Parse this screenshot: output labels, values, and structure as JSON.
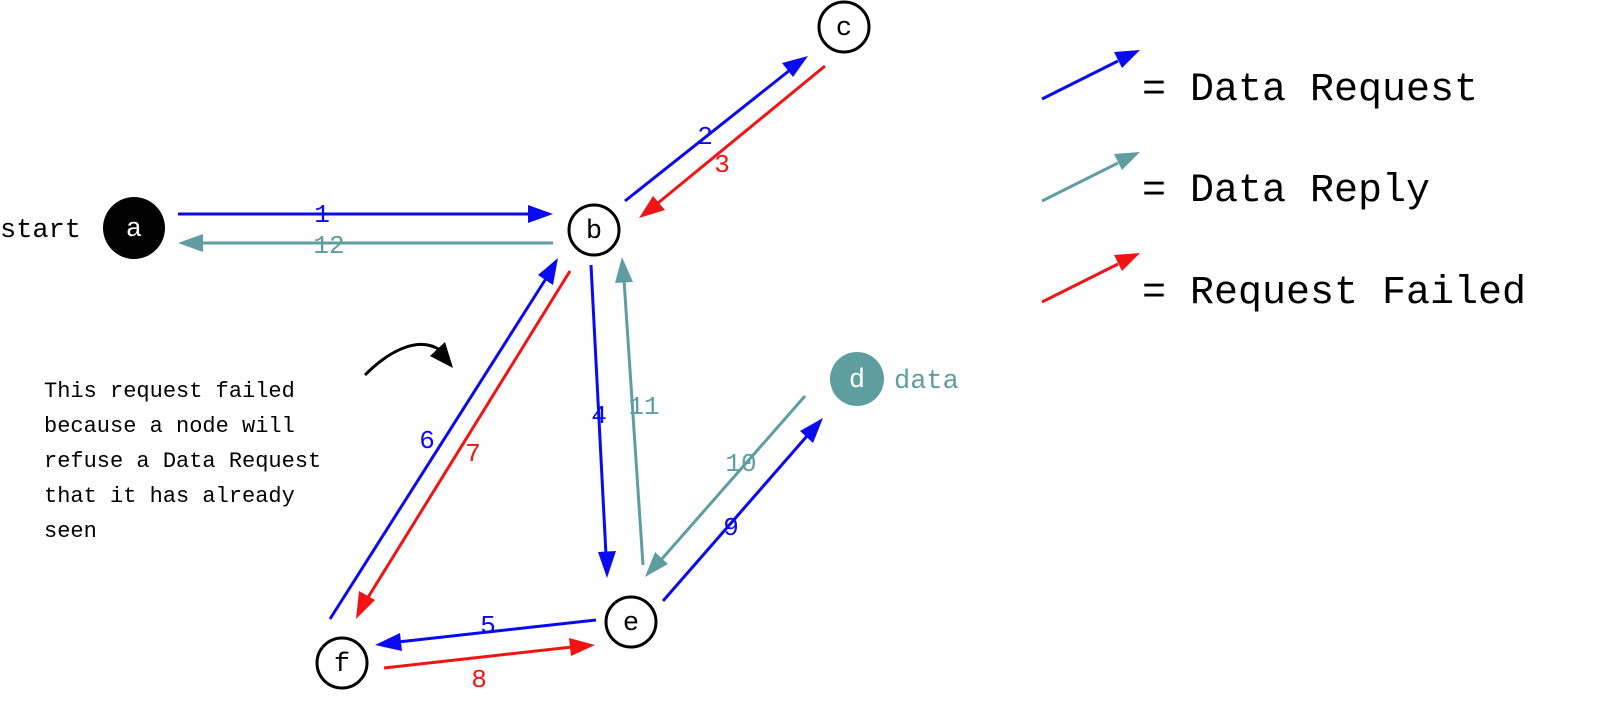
{
  "colors": {
    "request": "#0a0af0",
    "reply": "#5f9ea0",
    "failed": "#f01414",
    "node_stroke": "#000000",
    "start_fill": "#000000",
    "data_fill": "#5f9ea0",
    "text": "#000000"
  },
  "nodes": {
    "a": {
      "label": "a",
      "side_label": "start"
    },
    "b": {
      "label": "b"
    },
    "c": {
      "label": "c"
    },
    "d": {
      "label": "d",
      "side_label": "data"
    },
    "e": {
      "label": "e"
    },
    "f": {
      "label": "f"
    }
  },
  "edges": [
    {
      "id": "e1",
      "label": "1",
      "from": "a",
      "to": "b",
      "kind": "request"
    },
    {
      "id": "e2",
      "label": "2",
      "from": "b",
      "to": "c",
      "kind": "request"
    },
    {
      "id": "e3",
      "label": "3",
      "from": "c",
      "to": "b",
      "kind": "failed"
    },
    {
      "id": "e4",
      "label": "4",
      "from": "b",
      "to": "e",
      "kind": "request"
    },
    {
      "id": "e5",
      "label": "5",
      "from": "e",
      "to": "f",
      "kind": "request"
    },
    {
      "id": "e6",
      "label": "6",
      "from": "f",
      "to": "b",
      "kind": "request"
    },
    {
      "id": "e7",
      "label": "7",
      "from": "b",
      "to": "f",
      "kind": "failed"
    },
    {
      "id": "e8",
      "label": "8",
      "from": "f",
      "to": "e",
      "kind": "failed"
    },
    {
      "id": "e9",
      "label": "9",
      "from": "e",
      "to": "d",
      "kind": "request"
    },
    {
      "id": "e10",
      "label": "10",
      "from": "d",
      "to": "e",
      "kind": "reply"
    },
    {
      "id": "e11",
      "label": "11",
      "from": "e",
      "to": "b",
      "kind": "reply"
    },
    {
      "id": "e12",
      "label": "12",
      "from": "b",
      "to": "a",
      "kind": "reply"
    }
  ],
  "legend": {
    "request_label": "= Data Request",
    "reply_label": "= Data Reply",
    "failed_label": "= Request Failed"
  },
  "annotation": {
    "lines": [
      "This request failed",
      "because a node will",
      "refuse a Data Request",
      "that it has already",
      "seen"
    ]
  }
}
